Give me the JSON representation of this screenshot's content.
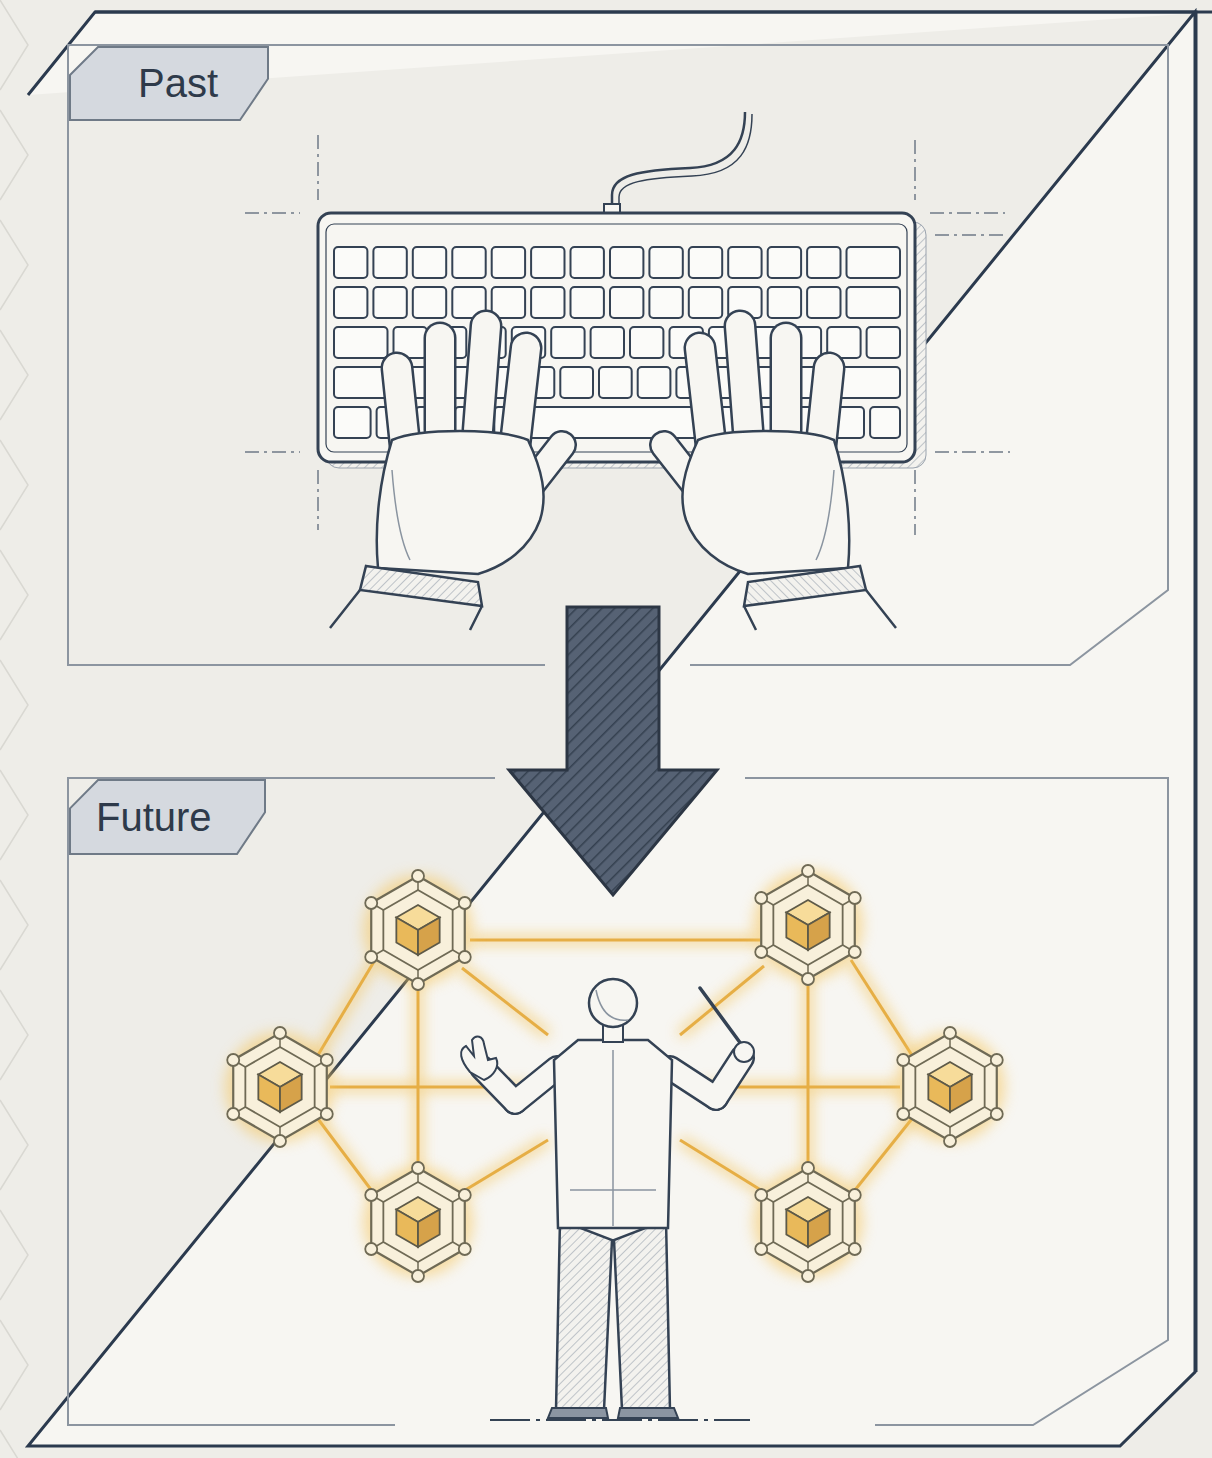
{
  "diagram": {
    "nodes": [
      {
        "text": [
          "Past"
        ]
      },
      {
        "text": [
          "Future"
        ]
      }
    ],
    "edges": [
      {
        "from": 0,
        "to": 1,
        "arrow": "to"
      }
    ]
  }
}
